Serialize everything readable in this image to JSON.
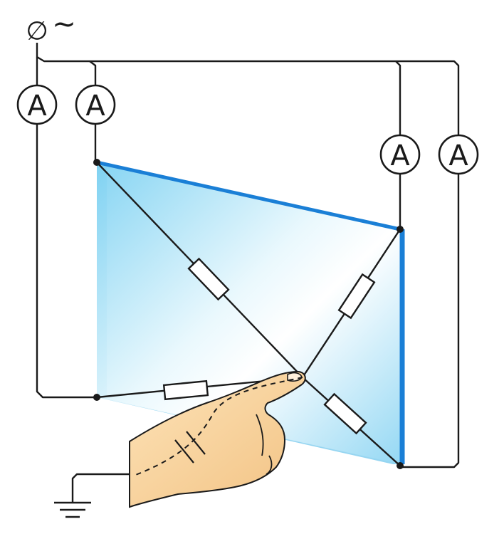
{
  "supply": {
    "phase_symbol": "∅",
    "ac_symbol": "~"
  },
  "ammeters": [
    {
      "id": "outer-left",
      "label": "A"
    },
    {
      "id": "inner-left",
      "label": "A"
    },
    {
      "id": "inner-right",
      "label": "A"
    },
    {
      "id": "outer-right",
      "label": "A"
    }
  ],
  "colors": {
    "panel_light": "#c9eefb",
    "panel_mid": "#9fdcf5",
    "panel_edge": "#1a7fd6",
    "skin": "#fbd9a6",
    "skin_shadow": "#e9b877",
    "wire": "#1a1a1a"
  },
  "icons": [
    "ground-icon",
    "capacitor-symbol",
    "resistor-symbol",
    "hand-finger-image"
  ]
}
